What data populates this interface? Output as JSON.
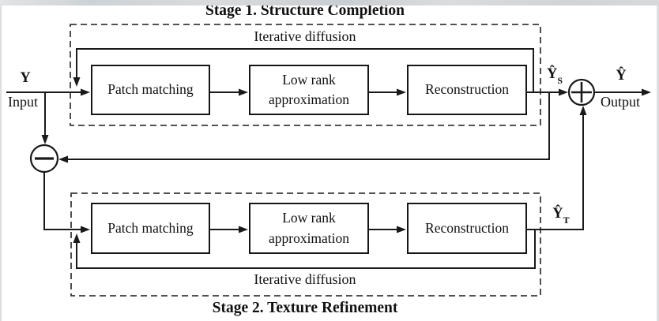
{
  "figure": {
    "stage1": {
      "title": "Stage 1. Structure Completion",
      "loop_label": "Iterative diffusion",
      "boxes": [
        {
          "label": "Patch matching"
        },
        {
          "label": "Low rank approximation"
        },
        {
          "label": "Reconstruction"
        }
      ],
      "output_symbol": {
        "main": "Ŷ",
        "sub": "S"
      }
    },
    "stage2": {
      "title": "Stage 2. Texture Refinement",
      "loop_label": "Iterative diffusion",
      "boxes": [
        {
          "label": "Patch matching"
        },
        {
          "label": "Low rank approximation"
        },
        {
          "label": "Reconstruction"
        }
      ],
      "output_symbol": {
        "main": "Ŷ",
        "sub": "T"
      }
    },
    "input": {
      "symbol": "Y",
      "label": "Input"
    },
    "output": {
      "symbol": "Ŷ",
      "label": "Output"
    },
    "junctions": {
      "sum": "+",
      "difference": "−"
    },
    "colors": {
      "line": "#1a1a1a",
      "background": "#ffffff",
      "frame_edge": "#dcdee0"
    }
  }
}
